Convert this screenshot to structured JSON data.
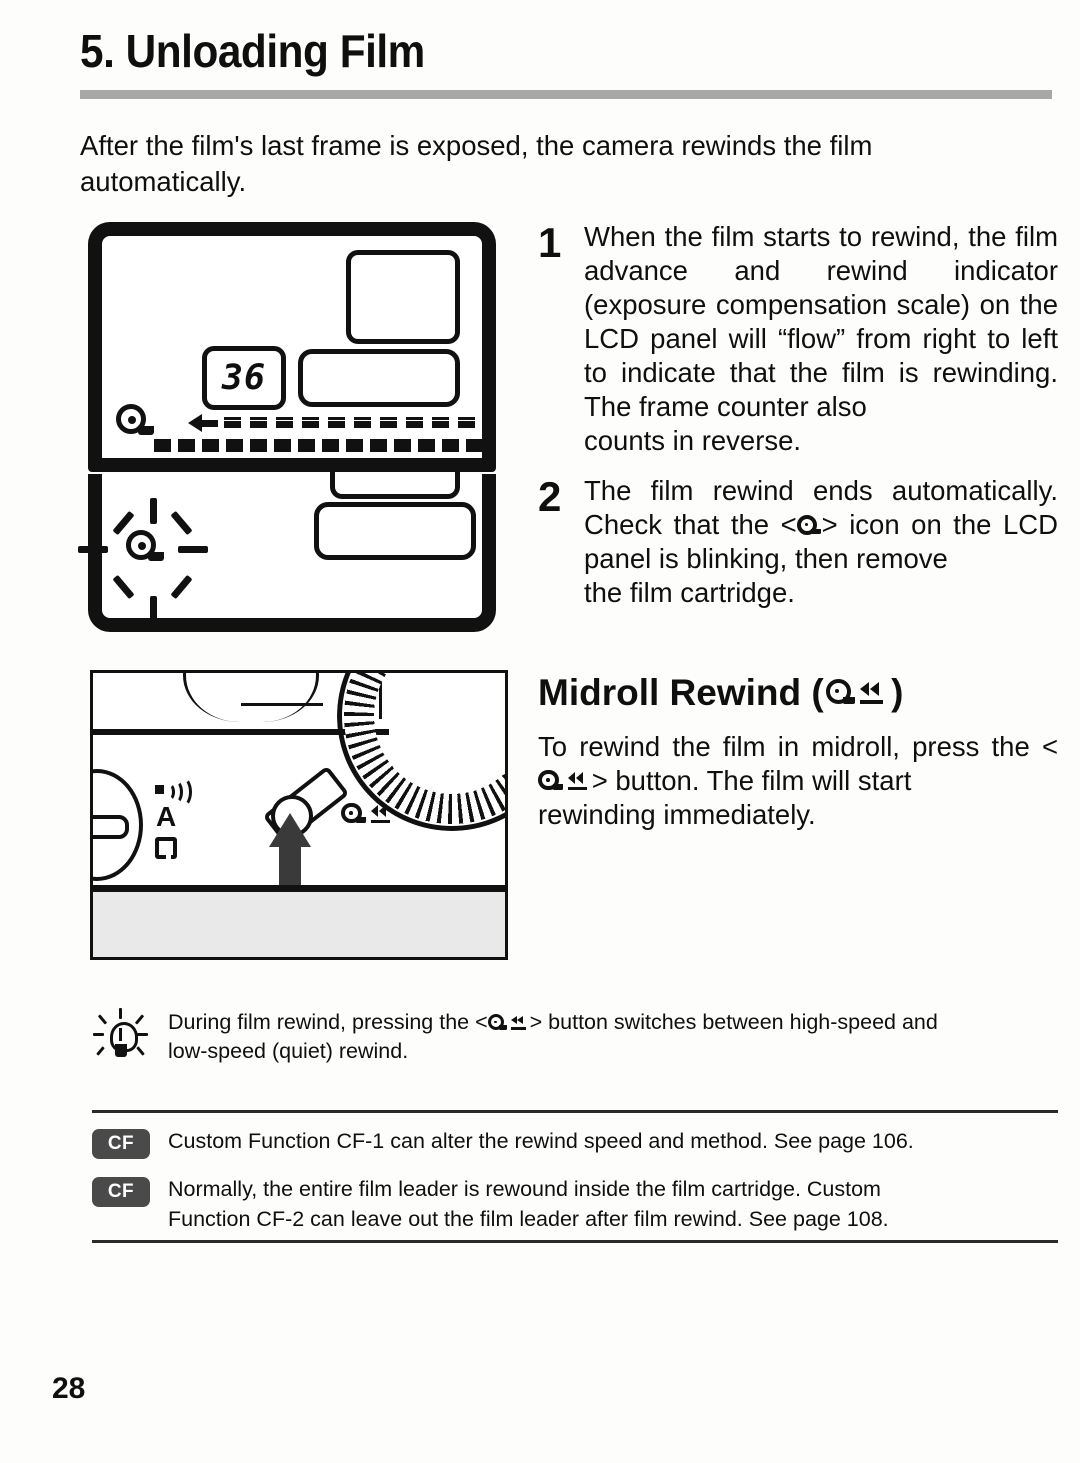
{
  "page": {
    "title": "5. Unloading Film",
    "number": "28"
  },
  "intro": {
    "line1": "After the film's last frame is exposed, the camera rewinds the film",
    "line2": "automatically."
  },
  "steps": [
    {
      "number": "1",
      "text": "When the film starts to rewind, the film advance and rewind indicator (exposure compensation scale) on the LCD panel will “flow” from right to left to indicate that the film is rewinding. The frame counter also",
      "last_line": "counts in reverse."
    },
    {
      "number": "2",
      "text": "The film rewind ends automatically. Check that the <◉> icon on the LCD panel is blinking, then remove",
      "last_line": "the film cartridge.",
      "part_a": "The film rewind ends automatically. Check that the <",
      "part_b": "> icon on the LCD panel is blinking, then remove"
    }
  ],
  "midroll": {
    "heading_prefix": "Midroll Rewind (",
    "heading_suffix": ")",
    "para_a": "To rewind the film in midroll, press the <",
    "para_b": "> button. The film will start",
    "para_last": "rewinding immediately."
  },
  "lcd": {
    "frame_counter": "36",
    "cartridge_icon": "film-cartridge-icon",
    "rewind_arrow_icon": "left-arrow-icon"
  },
  "camera": {
    "mode_a_label": "A",
    "beeper_icon": "beeper-icon",
    "lock_icon": "lock-icon",
    "rewind_button_icon": "midroll-rewind-icon",
    "pointer_icon": "up-arrow-pointer-icon"
  },
  "tip": {
    "icon": "lightbulb-icon",
    "part_a": "During film rewind, pressing the <",
    "part_b": "> button switches between high-speed and",
    "line2": "low-speed (quiet) rewind."
  },
  "custom_functions": [
    {
      "badge": "CF",
      "line1": "Custom Function CF-1 can alter the rewind speed and method.  See page 106.",
      "line2": ""
    },
    {
      "badge": "CF",
      "line1": "Normally, the entire film leader is rewound inside the film cartridge. Custom",
      "line2": "Function CF-2 can leave out the film leader after film rewind. See page 108."
    }
  ],
  "colors": {
    "ink": "#100f0f",
    "rule_gray": "#a8a8a8",
    "badge_gray": "#4a4a4a"
  }
}
